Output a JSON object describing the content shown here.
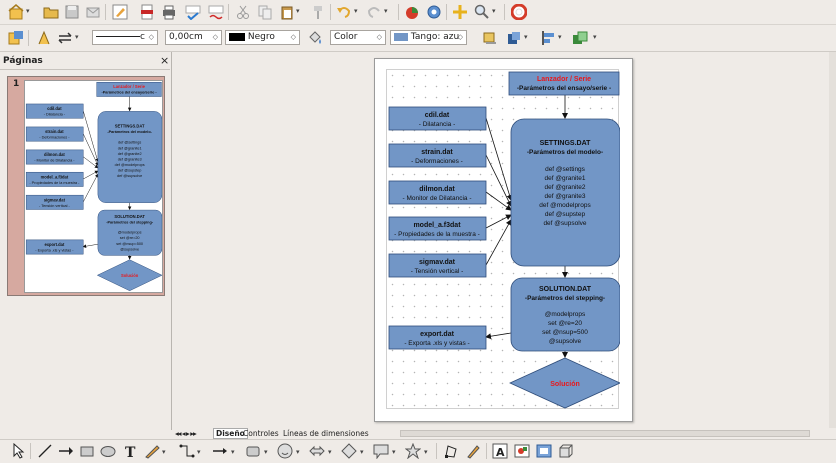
{
  "toolbar": {
    "line_width": "",
    "line_width_suffix": "c",
    "position_value": "0,00cm",
    "line_color_name": "Negro",
    "area_style": "Color",
    "area_fill_name": "Tango: azu"
  },
  "sidebar": {
    "title": "Páginas",
    "close_glyph": "×",
    "page_number": "1"
  },
  "tabs": [
    "Diseño",
    "Controles",
    "Líneas de dimensiones"
  ],
  "colors": {
    "box_fill": "#7296c6",
    "box_stroke": "#2f4d7a",
    "title_red": "#e8181c",
    "selected_thumb": "#d6a9a0"
  },
  "diagram": {
    "launcher": {
      "title": "Lanzador / Serie",
      "subtitle": "-Parámetros del ensayo/serie -"
    },
    "inputs": [
      {
        "name": "cdil.dat",
        "desc": "- Dilatancia -"
      },
      {
        "name": "strain.dat",
        "desc": "- Deformaciones -"
      },
      {
        "name": "dilmon.dat",
        "desc": "- Monitor de Dilatancia -"
      },
      {
        "name": "model_a.f3dat",
        "desc": "- Propiedades de la muestra -"
      },
      {
        "name": "sigmav.dat",
        "desc": "- Tensión vertical -"
      }
    ],
    "export": {
      "name": "export.dat",
      "desc": "- Exporta .xls y vistas -"
    },
    "settings": {
      "title": "SETTINGS.DAT",
      "subtitle": "-Parámetros del modelo-",
      "lines": [
        "def @settings",
        "def @granite1",
        "def @granite2",
        "def @granite3",
        "def @modelprops",
        "def @supstep",
        "def @supsolve"
      ]
    },
    "solution": {
      "title": "SOLUTION.DAT",
      "subtitle": "-Parámetros del stepping-",
      "lines": [
        "@modelprops",
        "set @re=20",
        "set @nsup=500",
        "@supsolve"
      ]
    },
    "result": "Solución"
  }
}
